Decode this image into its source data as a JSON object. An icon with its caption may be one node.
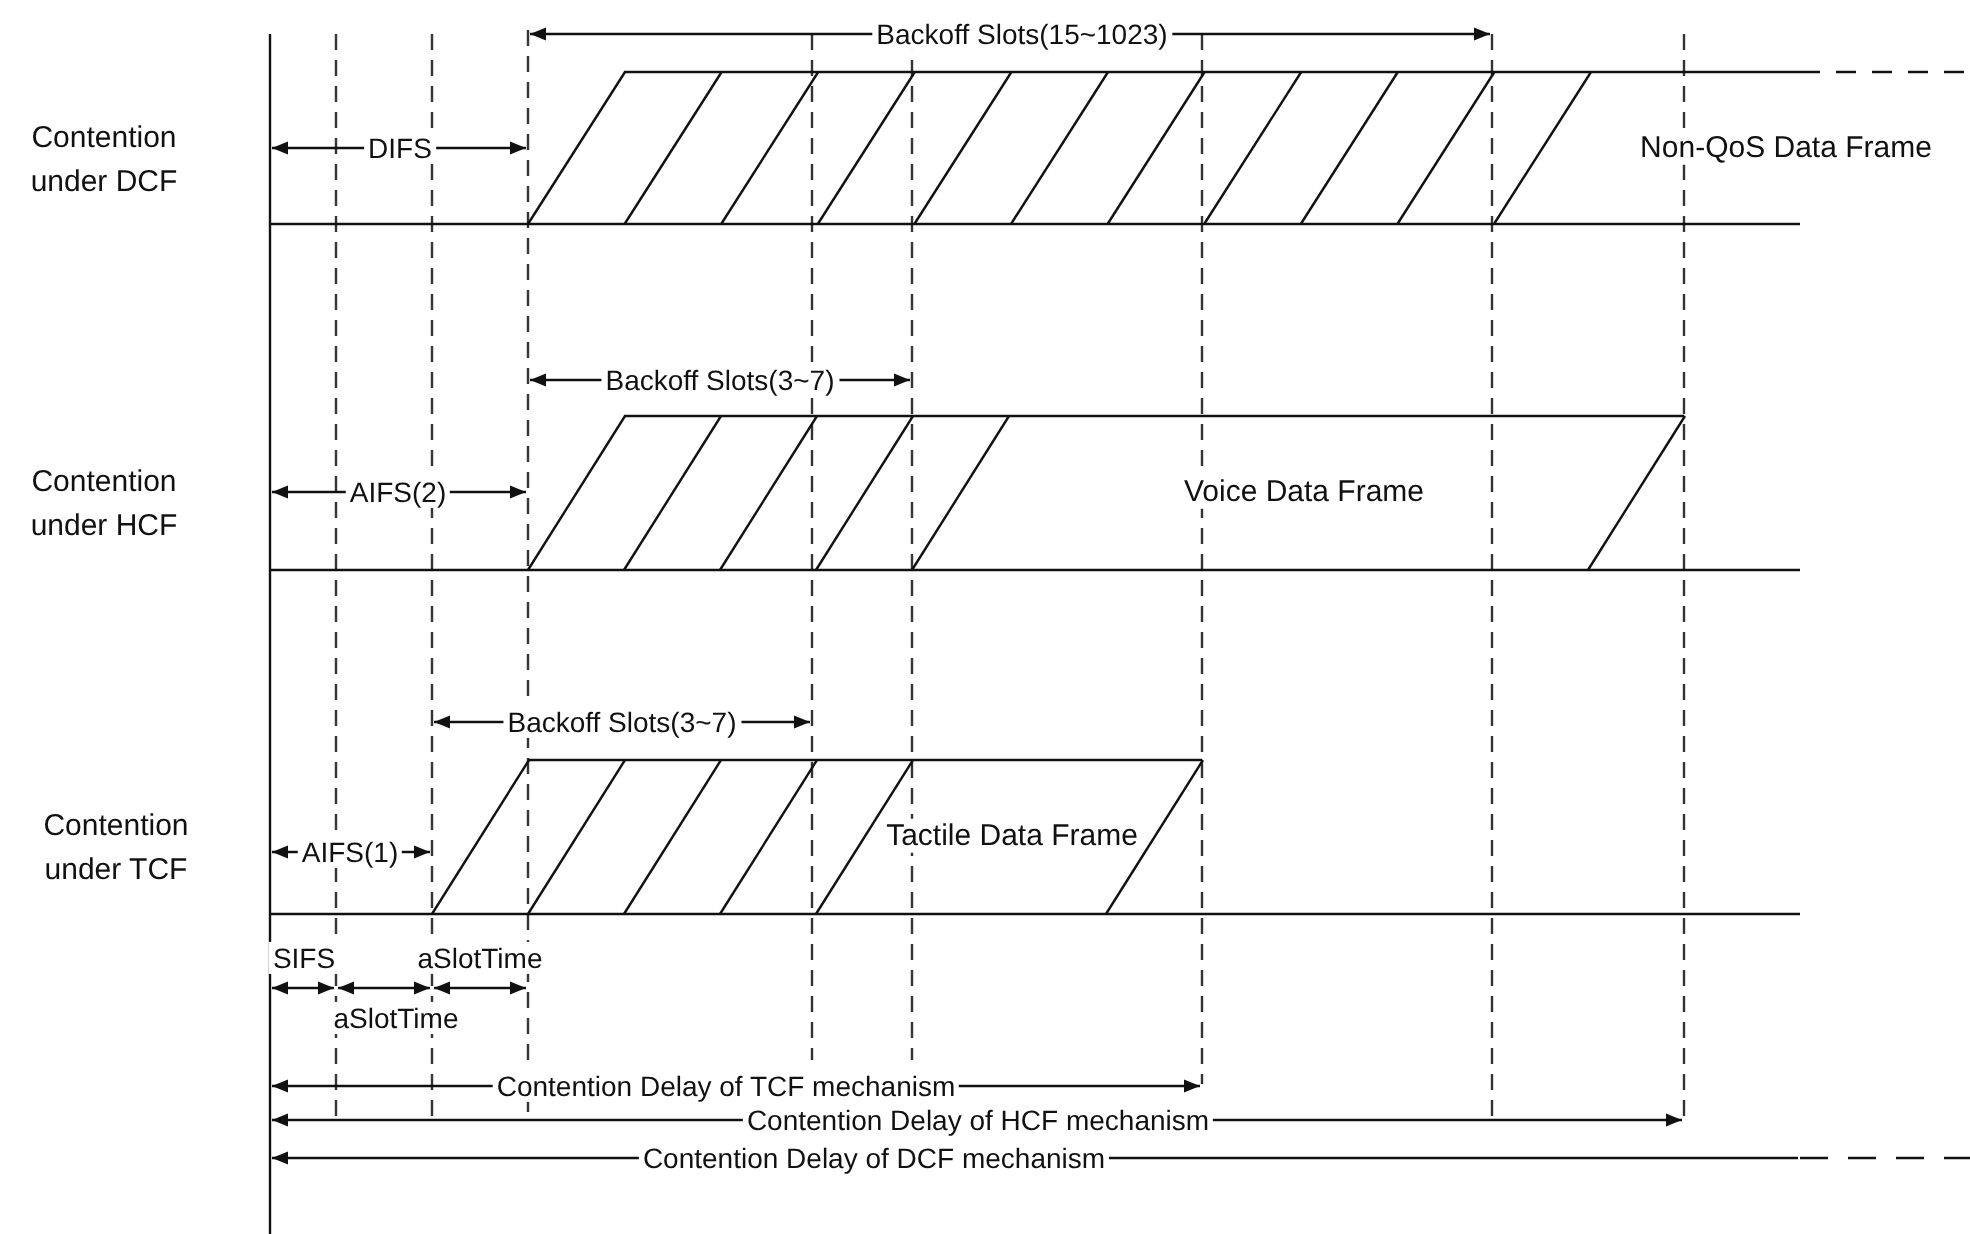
{
  "diagram": {
    "labels": [
      "Backoff Slots(15~1023)",
      "Contention under DCF",
      "DIFS",
      "Non-QoS Data Frame",
      "Backoff Slots(3~7)",
      "Contention under HCF",
      "AIFS(2)",
      "Voice Data Frame",
      "Backoff Slots(3~7)",
      "Contention under TCF",
      "AIFS(1)",
      "Tactile Data Frame",
      "SIFS",
      "aSlotTime",
      "aSlotTime",
      "Contention Delay of TCF mechanism",
      "Contention Delay of HCF mechanism",
      "Contention Delay of DCF mechanism"
    ]
  }
}
